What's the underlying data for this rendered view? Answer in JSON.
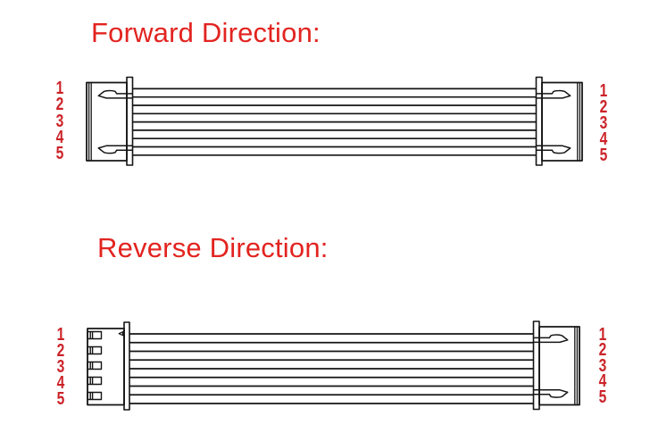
{
  "colors": {
    "background": "#ffffff",
    "title_red": "#e22420",
    "pin_number_red": "#cb2329",
    "line_black": "#151515"
  },
  "forward": {
    "title": "Forward Direction:",
    "left_pins": [
      "1",
      "2",
      "3",
      "4",
      "5"
    ],
    "right_pins": [
      "1",
      "2",
      "3",
      "4",
      "5"
    ]
  },
  "reverse": {
    "title": "Reverse Direction:",
    "left_pins": [
      "1",
      "2",
      "3",
      "4",
      "5"
    ],
    "right_pins": [
      "1",
      "2",
      "3",
      "4",
      "5"
    ]
  },
  "diagram": {
    "forward_wire_lines": 9,
    "reverse_wire_lines": 9,
    "forward_left_connector": "latched-plug",
    "forward_right_connector": "latched-plug-mirrored",
    "reverse_left_connector": "crimp-socket-housing",
    "reverse_right_connector": "latched-plug-mirrored"
  }
}
